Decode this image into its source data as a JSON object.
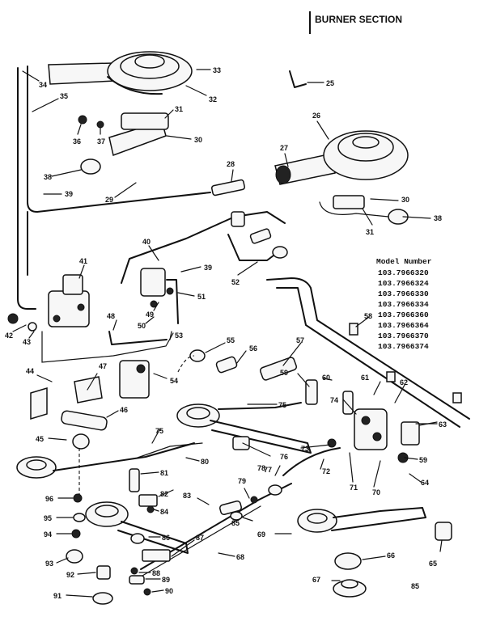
{
  "section_title": "BURNER SECTION",
  "model_header": "Model Number",
  "model_numbers": [
    "103.7966320",
    "103.7966324",
    "103.7966330",
    "103.7966334",
    "103.7966360",
    "103.7966364",
    "103.7966370",
    "103.7966374"
  ],
  "page_number": "85",
  "part_labels": {
    "p25": "25",
    "p26": "26",
    "p27": "27",
    "p28": "28",
    "p29": "29",
    "p30a": "30",
    "p30b": "30",
    "p31a": "31",
    "p31b": "31",
    "p32": "32",
    "p33": "33",
    "p34": "34",
    "p35": "35",
    "p36": "36",
    "p37": "37",
    "p38a": "38",
    "p38b": "38",
    "p39a": "39",
    "p39b": "39",
    "p40": "40",
    "p41": "41",
    "p42": "42",
    "p43": "43",
    "p44": "44",
    "p45": "45",
    "p46": "46",
    "p47": "47",
    "p48": "48",
    "p49": "49",
    "p50": "50",
    "p51": "51",
    "p52": "52",
    "p53": "53",
    "p54": "54",
    "p55": "55",
    "p56": "56",
    "p57": "57",
    "p58": "58",
    "p59a": "59",
    "p59b": "59",
    "p60": "60",
    "p61": "61",
    "p62": "62",
    "p63": "63",
    "p64": "64",
    "p65": "65",
    "p66": "66",
    "p67": "67",
    "p68": "68",
    "p69": "69",
    "p70": "70",
    "p71": "71",
    "p72": "72",
    "p73": "73",
    "p74": "74",
    "p75a": "75",
    "p75b": "75",
    "p76": "76",
    "p77": "77",
    "p78": "78",
    "p79": "79",
    "p80": "80",
    "p81": "81",
    "p82": "82",
    "p83": "83",
    "p84": "84",
    "p85": "85",
    "p86": "86",
    "p87": "87",
    "p88": "88",
    "p89": "89",
    "p90": "90",
    "p91": "91",
    "p92": "92",
    "p93": "93",
    "p94": "94",
    "p95": "95",
    "p96": "96"
  }
}
